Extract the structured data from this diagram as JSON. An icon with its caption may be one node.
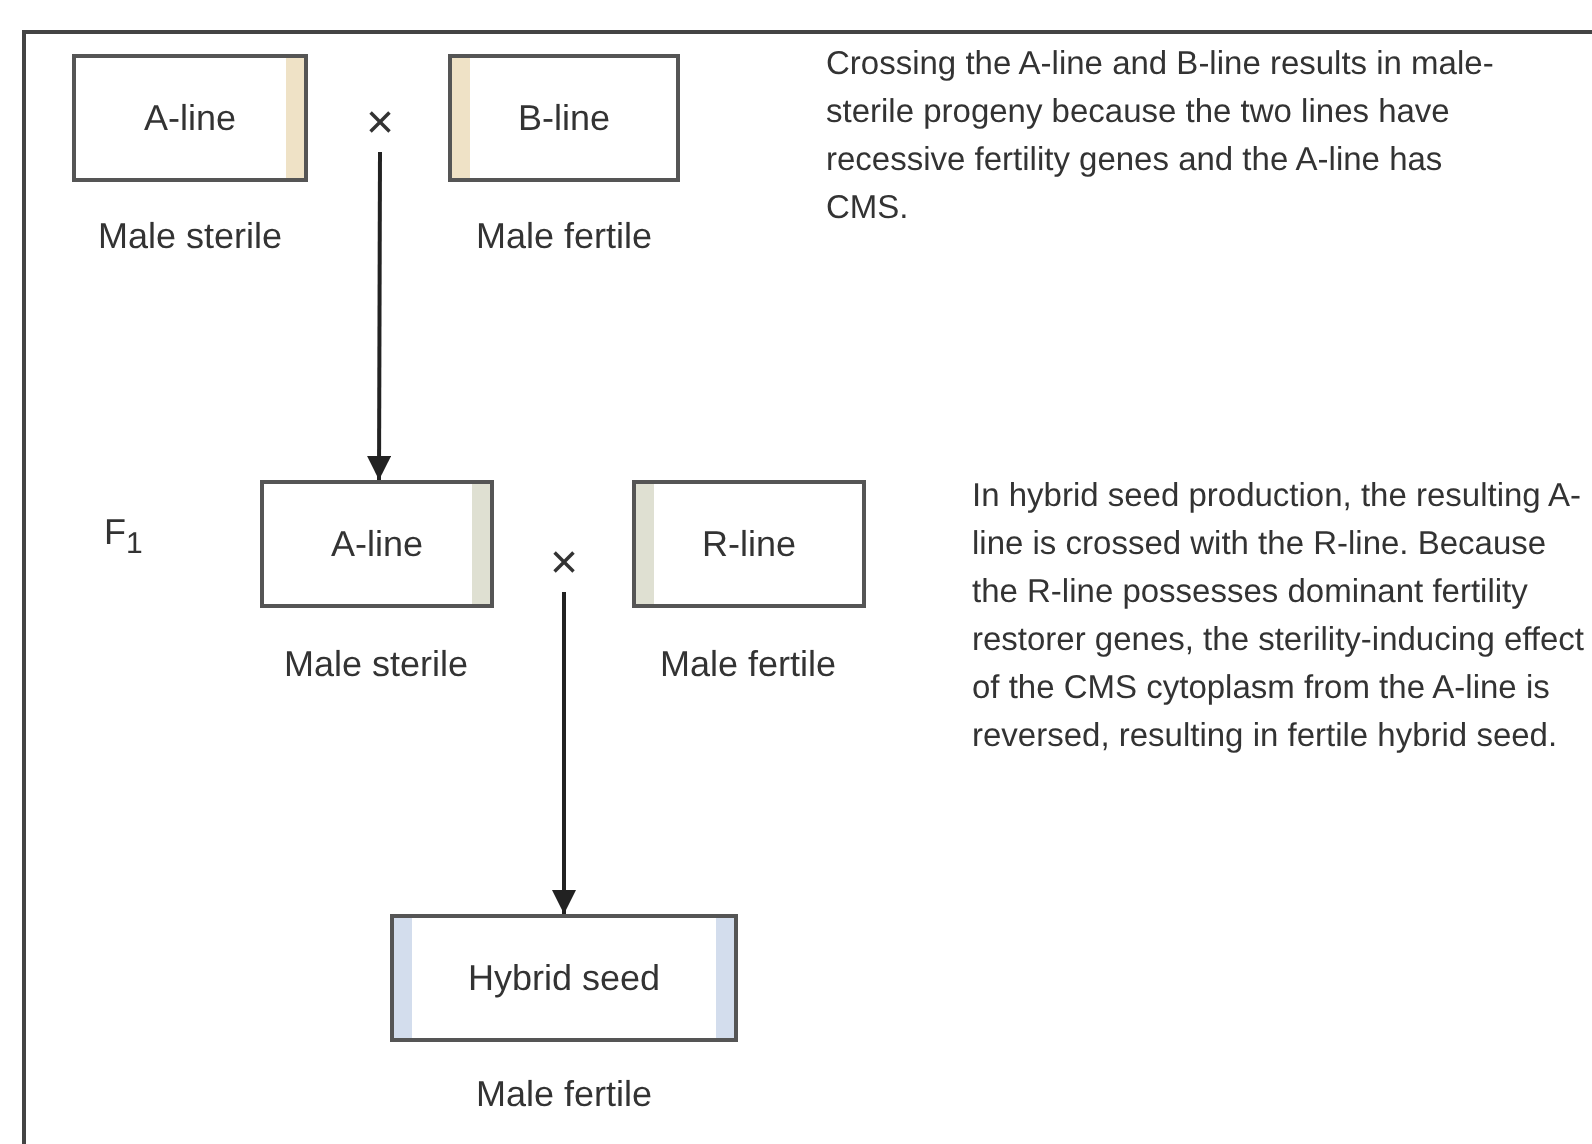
{
  "diagram": {
    "nodes": [
      {
        "text": [
          "A-line"
        ],
        "beside": [
          "Male sterile"
        ]
      },
      {
        "text": [
          "×"
        ]
      },
      {
        "text": [
          "B-line"
        ],
        "beside": [
          "Male fertile"
        ]
      },
      {
        "text": [
          "A-line"
        ],
        "beside": [
          "Male sterile"
        ]
      },
      {
        "text": [
          "×"
        ]
      },
      {
        "text": [
          "R-line"
        ],
        "beside": [
          "Male fertile"
        ]
      },
      {
        "text": [
          "Hybrid seed"
        ],
        "beside": [
          "Male fertile"
        ]
      }
    ],
    "edges": [
      {
        "from": 1,
        "to": 3,
        "arrow": "to"
      },
      {
        "from": 4,
        "to": 6,
        "arrow": "to"
      }
    ],
    "labels": [
      "Crossing the A-line and B-line results in male-sterile progeny because the two lines have recessive fertility genes and the A-line has CMS.",
      "F$_{1}$",
      "In hybrid seed production, the resulting A-line is crossed with the R-line. Because the R-line possesses dominant fertility restorer genes, the sterility-inducing effect of the CMS cytoplasm from the A-line is reversed, resulting in fertile hybrid seed."
    ]
  }
}
